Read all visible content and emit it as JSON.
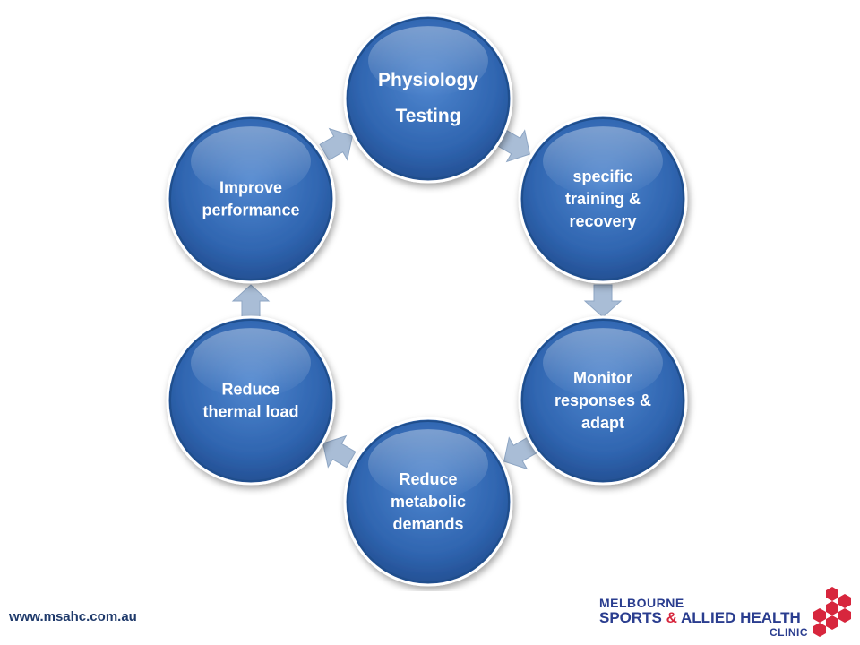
{
  "diagram": {
    "nodes": [
      {
        "id": "physiology",
        "lines": [
          "Physiology",
          "Testing"
        ],
        "size": "lg"
      },
      {
        "id": "training",
        "lines": [
          "specific",
          "training &",
          "recovery"
        ],
        "size": "md"
      },
      {
        "id": "monitor",
        "lines": [
          "Monitor",
          "responses &",
          "adapt"
        ],
        "size": "md"
      },
      {
        "id": "metabolic",
        "lines": [
          "Reduce",
          "metabolic",
          "demands"
        ],
        "size": "md"
      },
      {
        "id": "thermal",
        "lines": [
          "Reduce",
          "thermal load"
        ],
        "size": "md"
      },
      {
        "id": "performance",
        "lines": [
          "Improve",
          "performance"
        ],
        "size": "md"
      }
    ],
    "colors": {
      "node_fill": "#3b6fb8",
      "node_edge": "#1f4e8c",
      "arrow_fill": "#a9bdd6"
    }
  },
  "footer": {
    "url": "www.msahc.com.au"
  },
  "logo": {
    "line1": "MELBOURNE",
    "line2_part1": "SPORTS ",
    "line2_amp": "&",
    "line2_part2": " ALLIED HEALTH",
    "line3": "CLINIC",
    "colors": {
      "text": "#2a3d8f",
      "accent": "#d7263d"
    }
  }
}
